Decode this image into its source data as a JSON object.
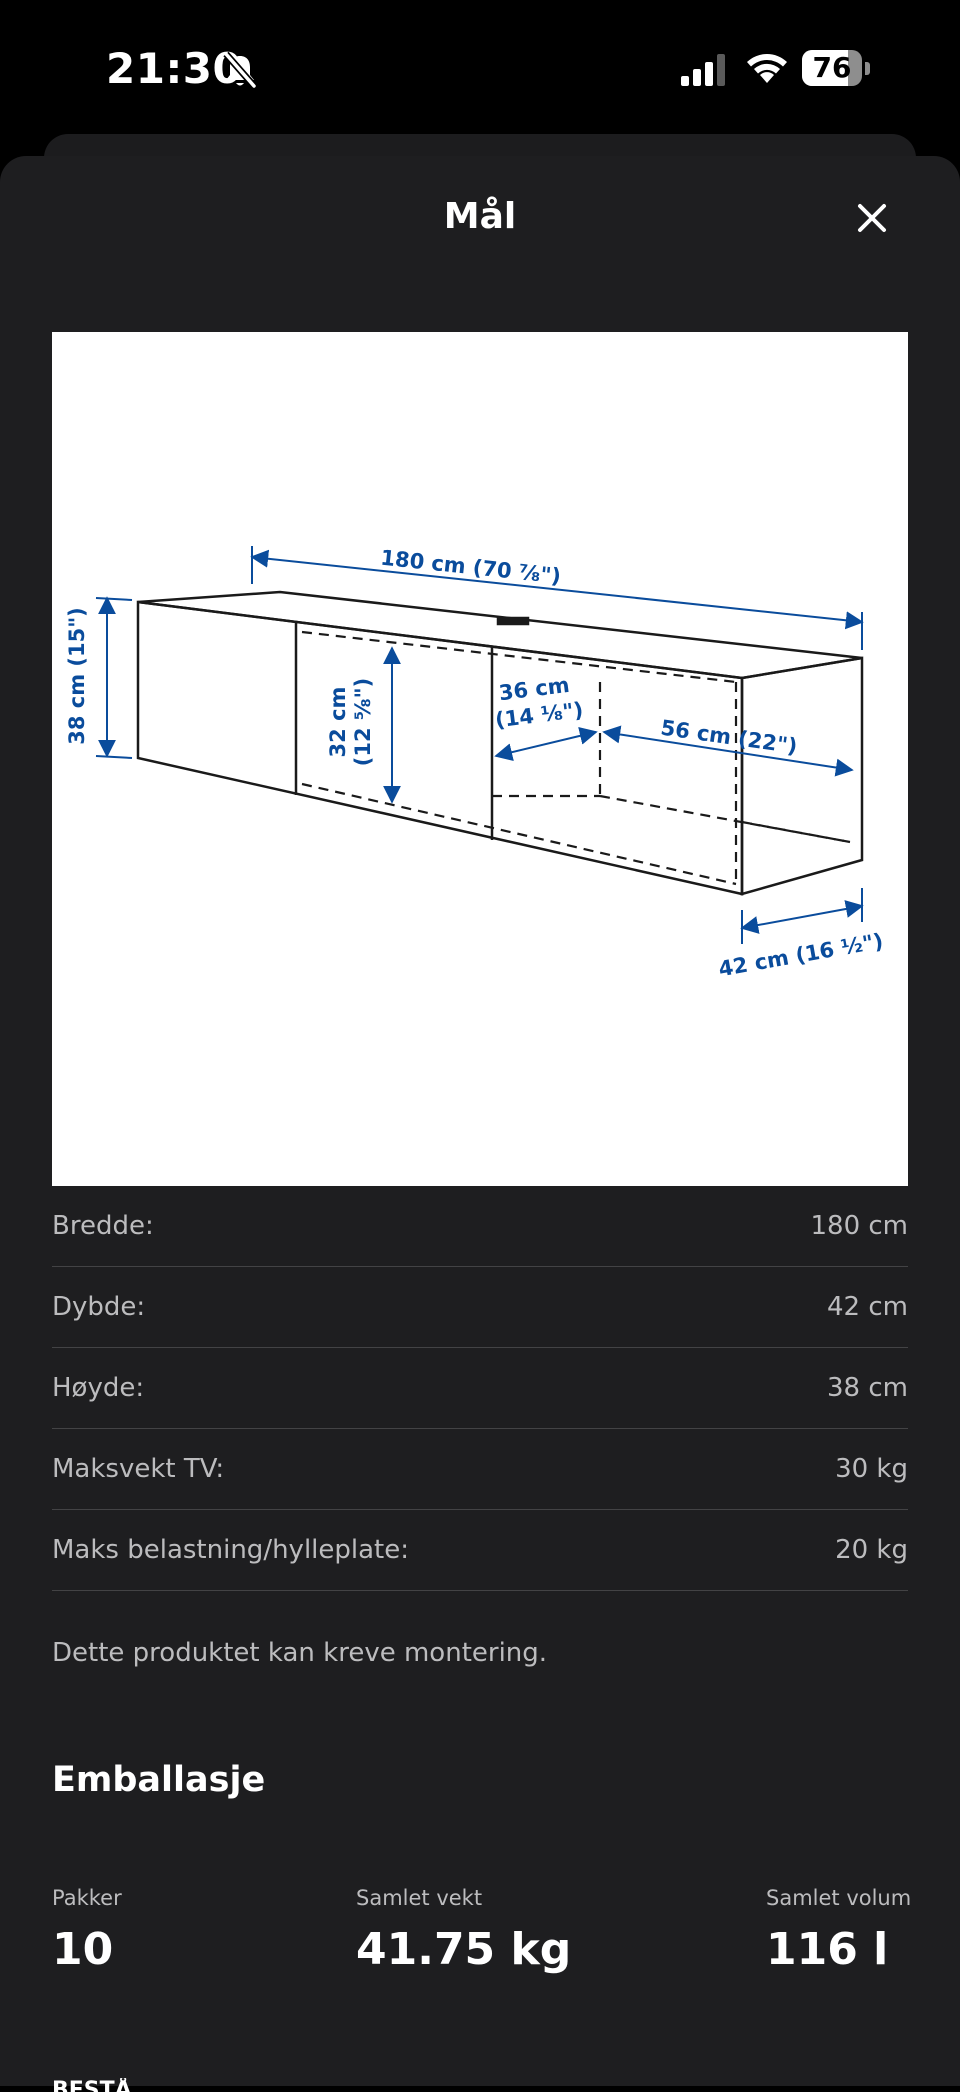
{
  "status_bar": {
    "time": "21:30",
    "battery_level": "76",
    "battery_fraction": 0.76
  },
  "sheet": {
    "title": "Mål"
  },
  "diagram": {
    "width_label": "180 cm (70 ⅞\")",
    "height_label": "38 cm (15\")",
    "inner_height_label": "32 cm",
    "inner_height_label_in": "(12 ⅝\")",
    "inner_width_label": "36 cm",
    "inner_width_label_in": "(14 ⅛\")",
    "inner_depth_label": "56 cm (22\")",
    "depth_label": "42 cm (16 ½\")",
    "line_color": "#1a1a1a",
    "dimension_color": "#0a4c9c"
  },
  "specs": [
    {
      "label": "Bredde:",
      "value": "180 cm"
    },
    {
      "label": "Dybde:",
      "value": "42 cm"
    },
    {
      "label": "Høyde:",
      "value": "38 cm"
    },
    {
      "label": "Maksvekt TV:",
      "value": "30 kg"
    },
    {
      "label": "Maks belastning/hylleplate:",
      "value": "20 kg"
    }
  ],
  "assembly_note": "Dette produktet kan kreve montering.",
  "packaging": {
    "title": "Emballasje",
    "stats": [
      {
        "label": "Pakker",
        "value": "10"
      },
      {
        "label": "Samlet vekt",
        "value": "41.75 kg"
      },
      {
        "label": "Samlet volum",
        "value": "116 l"
      }
    ]
  },
  "next_section": "BESTÅ"
}
